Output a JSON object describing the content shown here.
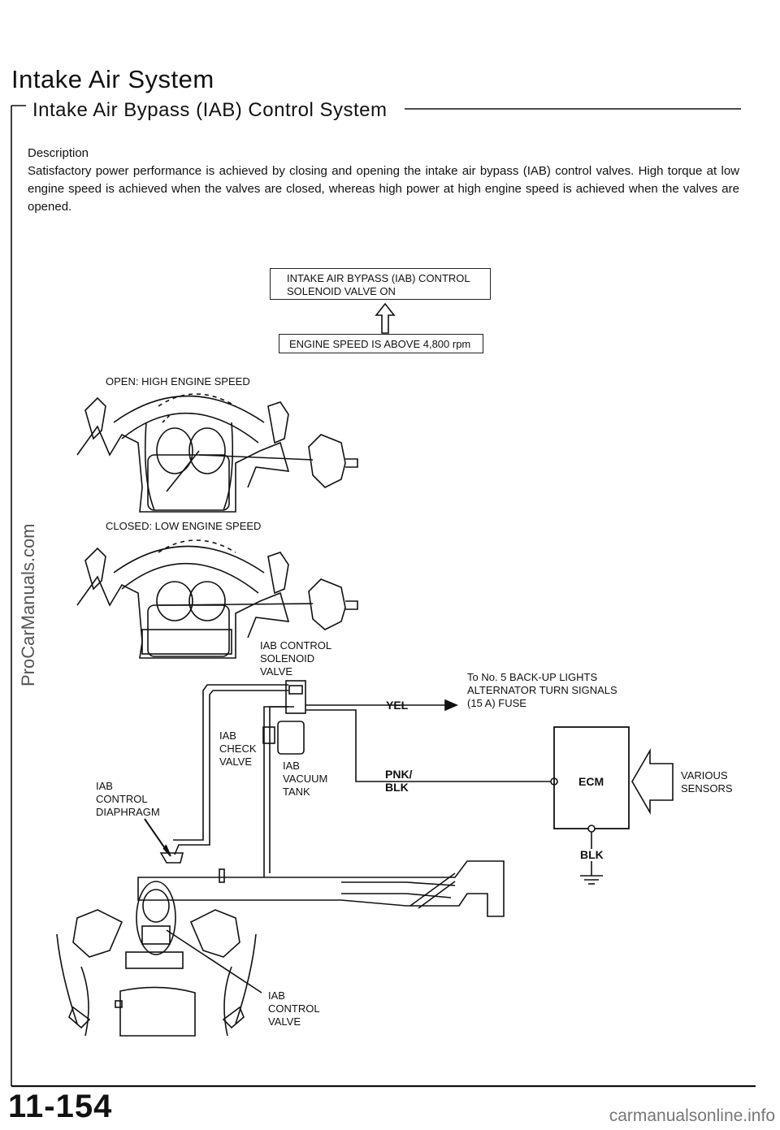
{
  "header": {
    "title": "Intake Air System",
    "subtitle": "Intake Air Bypass (IAB) Control System"
  },
  "description": {
    "heading": "Description",
    "body": "Satisfactory power performance is achieved by closing and opening the intake air bypass (IAB) control valves. High torque at low engine speed is achieved when the valves are closed, whereas high power at high engine speed is achieved when the valves are opened."
  },
  "flow": {
    "box_top": "INTAKE AIR BYPASS (IAB) CONTROL\nSOLENOID VALVE ON",
    "box_bottom": "ENGINE SPEED IS ABOVE 4,800 rpm"
  },
  "diagram_labels": {
    "open": "OPEN: HIGH ENGINE SPEED",
    "closed": "CLOSED: LOW ENGINE SPEED",
    "solenoid": "IAB CONTROL\nSOLENOID\nVALVE",
    "fuse": "To No. 5 BACK-UP LIGHTS\nALTERNATOR TURN SIGNALS\n(15 A) FUSE",
    "yel": "YEL",
    "check_valve": "IAB\nCHECK\nVALVE",
    "vacuum_tank": "IAB\nVACUUM\nTANK",
    "pnk_blk": "PNK/\nBLK",
    "ecm": "ECM",
    "sensors": "VARIOUS\nSENSORS",
    "diaphragm": "IAB\nCONTROL\nDIAPHRAGM",
    "blk": "BLK",
    "control_valve": "IAB\nCONTROL\nVALVE"
  },
  "footer": {
    "page_number": "11-154",
    "watermark_side": "ProCarManuals.com",
    "watermark_bottom": "carmanualsonline.info"
  }
}
